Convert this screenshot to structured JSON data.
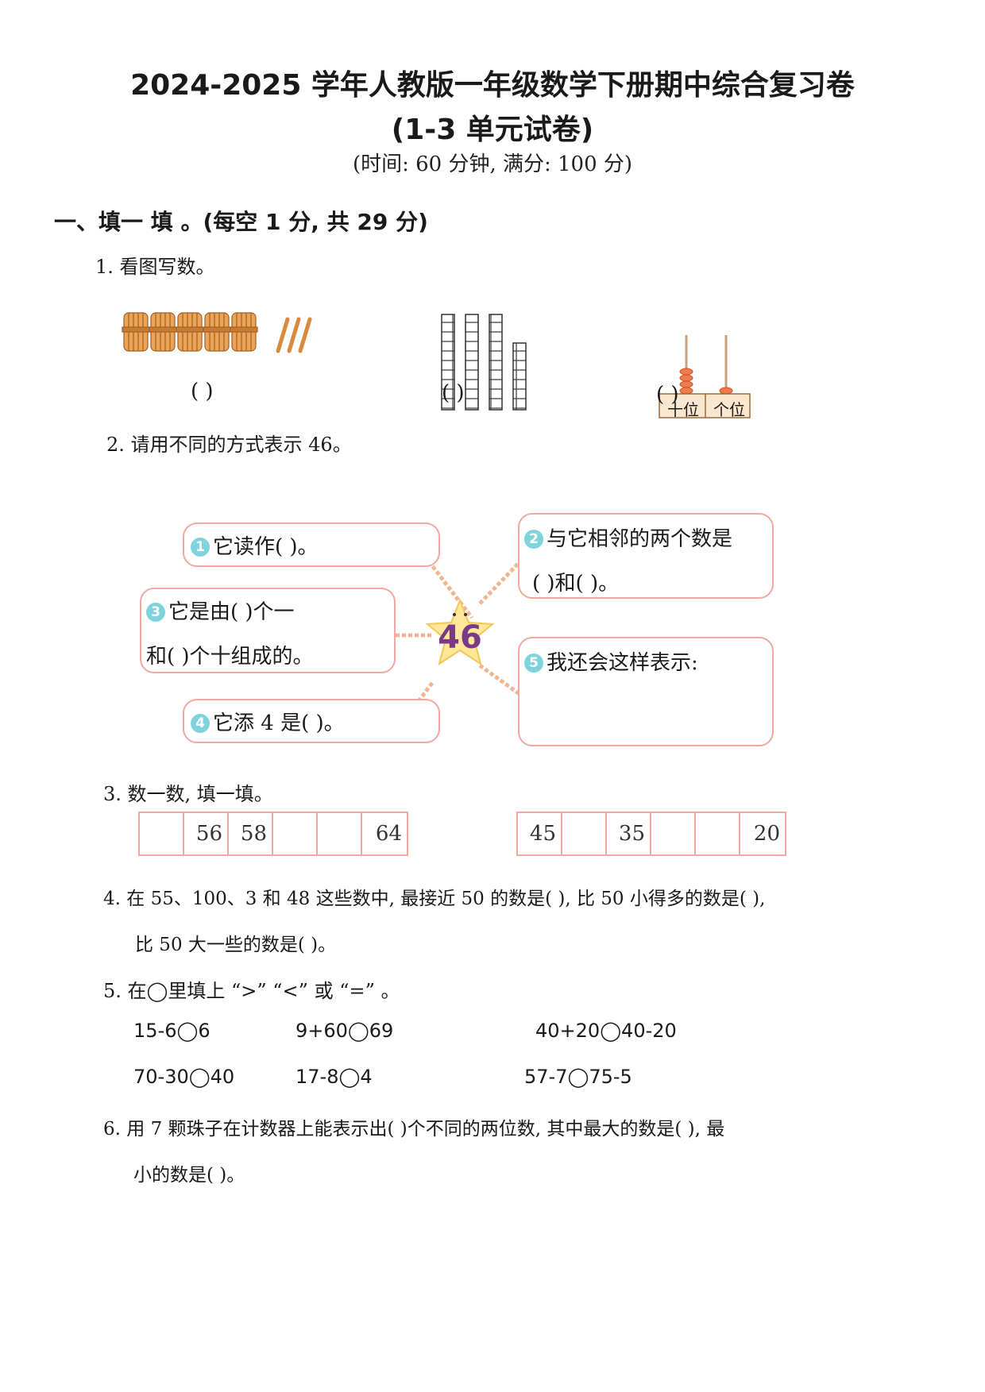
{
  "header": {
    "title": "2024-2025 学年人教版一年级数学下册期中综合复习卷",
    "subtitle": "(1-3 单元试卷)",
    "meta": "(时间: 60 分钟, 满分: 100 分)"
  },
  "section1": {
    "heading": "一、填一 填 。(每空 1 分, 共 29 分)"
  },
  "q1": {
    "prompt": "1.  看图写数。",
    "blank": "(          )",
    "abacus_labels": [
      "十位",
      "个位"
    ]
  },
  "q2": {
    "prompt": "2. 请用不同的方式表示 46。",
    "center_number": "46",
    "badges": [
      "1",
      "2",
      "3",
      "4",
      "5"
    ],
    "box1": "它读作(          )。",
    "box2_line1": "与它相邻的两个数是",
    "box2_line2": "(        )和(        )。",
    "box3_line1": "它是由(        )个一",
    "box3_line2": "和(        )个十组成的。",
    "box4": "它添 4 是(        )。",
    "box5": "我还会这样表示:"
  },
  "q3": {
    "prompt": "3.  数一数, 填一填。",
    "row1": [
      "",
      "56",
      "58",
      "",
      "",
      "64"
    ],
    "row2": [
      "45",
      "",
      "35",
      "",
      "",
      "20"
    ]
  },
  "q4": {
    "line1": "4.  在 55、100、3 和 48 这些数中, 最接近 50 的数是(      ), 比 50  小得多的数是(      ),",
    "line2": "比 50 大一些的数是(      )。"
  },
  "q5": {
    "prompt": "5.  在◯里填上 “>” “<” 或 “=” 。",
    "items": [
      "15-6◯6",
      "9+60◯69",
      "40+20◯40-20",
      "70-30◯40",
      "17-8◯4",
      "57-7◯75-5"
    ]
  },
  "q6": {
    "line1": "6. 用 7  颗珠子在计数器上能表示出(      )个不同的两位数, 其中最大的数是(      ), 最",
    "line2": "小的数是(      )。"
  }
}
